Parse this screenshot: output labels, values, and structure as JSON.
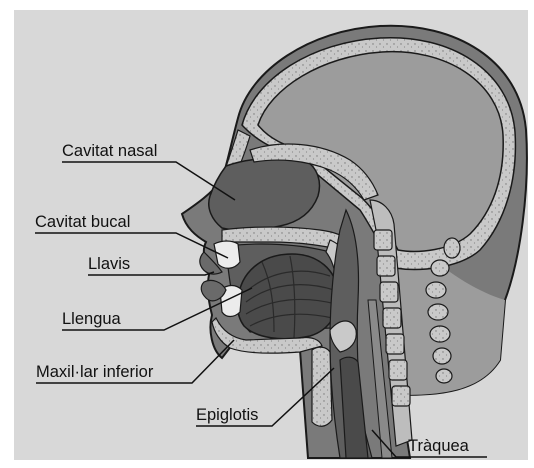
{
  "diagram": {
    "labels": {
      "nasal_cavity": "Cavitat nasal",
      "oral_cavity": "Cavitat bucal",
      "lips": "Llavis",
      "tongue": "Llengua",
      "lower_jaw": "Maxil·lar inferior",
      "epiglottis": "Epiglotis",
      "trachea": "Tràquea"
    },
    "colors": {
      "background_panel": "#d8d8d8",
      "skin_dark": "#7a7a7a",
      "skin_mid": "#9c9c9c",
      "bone": "#c9c9c9",
      "cavity": "#5e5e5e",
      "outline": "#1a1a1a",
      "text": "#111111"
    }
  }
}
